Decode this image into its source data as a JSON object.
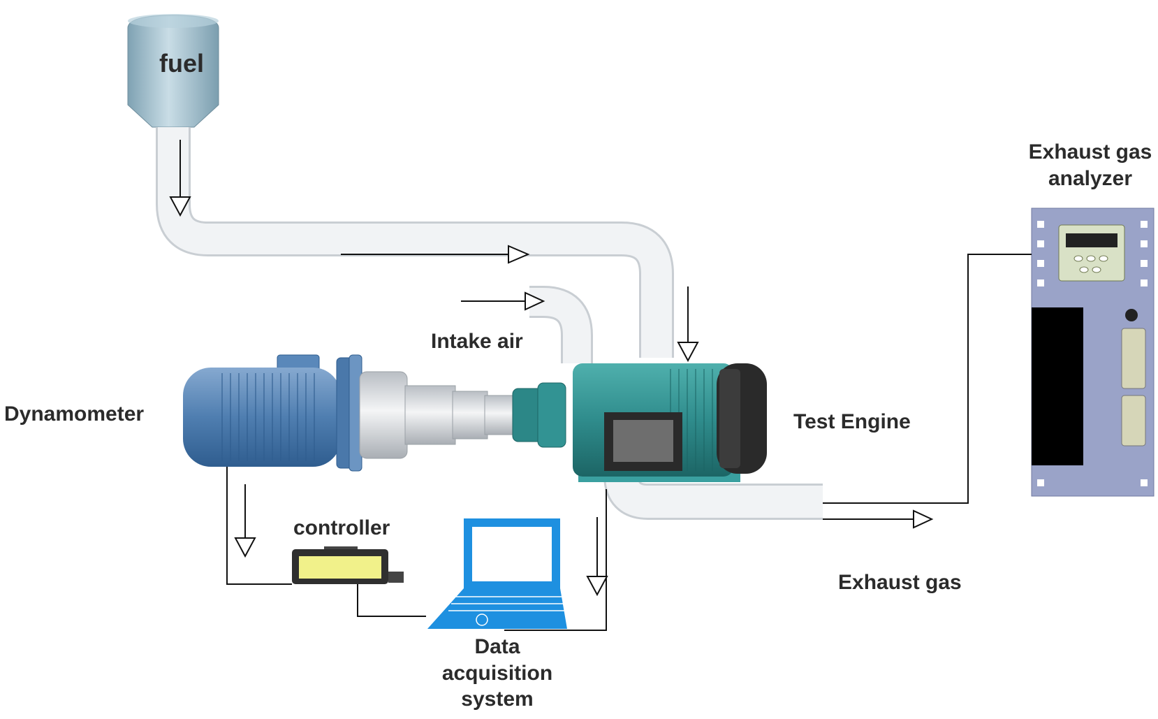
{
  "labels": {
    "fuel": "fuel",
    "intake_air": "Intake air",
    "dynamometer": "Dynamometer",
    "test_engine": "Test Engine",
    "controller": "controller",
    "daq_line1": "Data",
    "daq_line2": "acquisition",
    "daq_line3": "system",
    "exhaust_gas": "Exhaust gas",
    "analyzer_line1": "Exhaust gas",
    "analyzer_line2": "analyzer"
  },
  "colors": {
    "pipe": "#eef0f2",
    "pipe_edge": "#c9ced3",
    "dynamometer_body": "#5b86b5",
    "engine_body": "#2f8c8c",
    "controller_screen": "#f1f18a",
    "laptop": "#1e90e0",
    "analyzer_body": "#9aa3c8",
    "tank": "#9ab9c6"
  }
}
